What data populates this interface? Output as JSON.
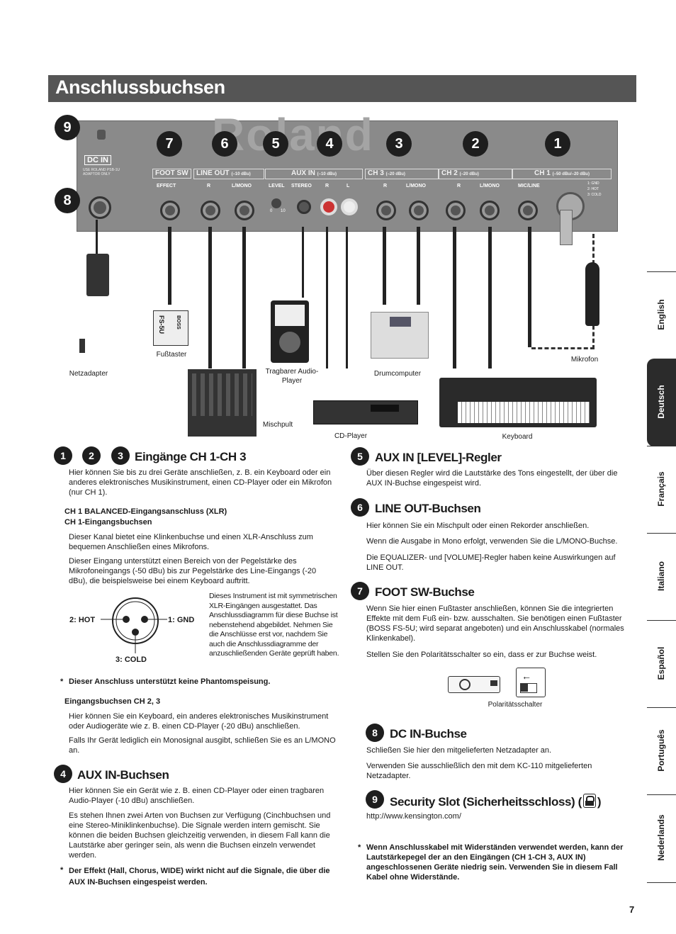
{
  "page": {
    "title": "Anschlussbuchsen",
    "page_number": "7"
  },
  "panel": {
    "brand": "Roland",
    "dc_in": "DC IN",
    "dc_in_note": "USE ROLAND PSB-1U ADAPTOR ONLY",
    "sections": [
      "FOOT SW",
      "LINE OUT",
      "AUX IN",
      "CH 3",
      "CH 2",
      "CH 1"
    ],
    "line_out_level": "(–10 dBu)",
    "aux_in_level": "(–10 dBu)",
    "ch3_level": "(–20 dBu)",
    "ch2_level": "(–20 dBu)",
    "ch1_level": "(–50 dBu/–20 dBu)",
    "jack_labels": [
      "EFFECT",
      "R",
      "L/MONO",
      "LEVEL",
      "STEREO",
      "R",
      "L",
      "R",
      "L/MONO",
      "R",
      "L/MONO",
      "MIC/LINE"
    ],
    "level_knob_scale_min": "0",
    "level_knob_scale_max": "10",
    "xlr_pins": [
      "1: GND",
      "2: HOT",
      "3: COLD"
    ]
  },
  "callouts": [
    "9",
    "8",
    "7",
    "6",
    "5",
    "4",
    "3",
    "2",
    "1"
  ],
  "device_captions": {
    "netzadapter": "Netzadapter",
    "fusstaster": "Fußtaster",
    "fs5u": "FS-5U",
    "boss": "BOSS",
    "tragbarer": "Tragbarer Audio-Player",
    "drumcomputer": "Drumcomputer",
    "mikrofon": "Mikrofon",
    "mischpult": "Mischpult",
    "cdplayer": "CD-Player",
    "keyboard": "Keyboard"
  },
  "left": {
    "s123": {
      "nums": [
        "1",
        "2",
        "3"
      ],
      "title": "Eingänge CH 1-CH 3",
      "intro": "Hier können Sie bis zu drei Geräte anschließen, z. B. ein Keyboard oder ein anderes elektronisches Musikinstrument, einen CD-Player oder ein Mikrofon (nur CH 1).",
      "sub1_line1": "CH 1 BALANCED-Eingangsanschluss (XLR)",
      "sub1_line2": "CH 1-Eingangsbuchsen",
      "p1": "Dieser Kanal bietet eine Klinkenbuchse und einen XLR-Anschluss zum bequemen Anschließen eines Mikrofons.",
      "p2": "Dieser Eingang unterstützt einen Bereich von der Pegelstärke des Mikrofoneingangs (-50 dBu) bis zur Pegelstärke des Line-Eingangs (-20 dBu), die beispielsweise bei einem Keyboard auftritt.",
      "xlr_hot": "2: HOT",
      "xlr_gnd": "1: GND",
      "xlr_cold": "3: COLD",
      "xlr_text": "Dieses Instrument ist mit symmetrischen XLR-Eingängen ausgestattet. Das Anschlussdiagramm für diese Buchse ist nebenstehend abgebildet. Nehmen Sie die Anschlüsse erst vor, nachdem Sie auch die Anschlussdiagramme der anzuschließenden Geräte geprüft haben.",
      "note_star": "*",
      "note": "Dieser Anschluss unterstützt keine Phantomspeisung.",
      "sub2": "Eingangsbuchsen CH 2, 3",
      "p3": "Hier können Sie ein Keyboard, ein anderes elektronisches Musikinstrument oder Audiogeräte wie z. B. einen CD-Player (-20 dBu) anschließen.",
      "p4": "Falls Ihr Gerät lediglich ein Monosignal ausgibt, schließen Sie es an L/MONO an."
    },
    "s4": {
      "num": "4",
      "title": "AUX IN-Buchsen",
      "p1": "Hier können Sie ein Gerät wie z. B. einen CD-Player oder einen tragbaren Audio-Player (-10 dBu) anschließen.",
      "p2": "Es stehen Ihnen zwei Arten von Buchsen zur Verfügung (Cinchbuchsen und eine Stereo-Miniklinkenbuchse). Die Signale werden intern gemischt. Sie können die beiden Buchsen gleichzeitig verwenden, in diesem Fall kann die Lautstärke aber geringer sein, als wenn die Buchsen einzeln verwendet werden.",
      "note_star": "*",
      "note": "Der Effekt (Hall, Chorus, WIDE) wirkt nicht auf die Signale, die über die AUX IN-Buchsen eingespeist werden."
    }
  },
  "right": {
    "s5": {
      "num": "5",
      "title": "AUX IN [LEVEL]-Regler",
      "p1": "Über diesen Regler wird die Lautstärke des Tons eingestellt, der über die AUX IN-Buchse eingespeist wird."
    },
    "s6": {
      "num": "6",
      "title": "LINE OUT-Buchsen",
      "p1": "Hier können Sie ein Mischpult oder einen Rekorder anschließen.",
      "p2": "Wenn die Ausgabe in Mono erfolgt, verwenden Sie die L/MONO-Buchse.",
      "p3": "Die EQUALIZER- und [VOLUME]-Regler haben keine Auswirkungen auf LINE OUT."
    },
    "s7": {
      "num": "7",
      "title": "FOOT SW-Buchse",
      "p1": "Wenn Sie hier einen Fußtaster anschließen, können Sie die integrierten Effekte mit dem Fuß ein- bzw. ausschalten. Sie benötigen einen Fußtaster (BOSS FS-5U; wird separat angeboten) und ein Anschlusskabel (normales Klinkenkabel).",
      "p2": "Stellen Sie den Polaritätsschalter so ein, dass er zur Buchse weist.",
      "caption": "Polaritätsschalter"
    },
    "s8": {
      "num": "8",
      "title": "DC IN-Buchse",
      "p1": "Schließen Sie hier den mitgelieferten Netzadapter an.",
      "p2": "Verwenden Sie ausschließlich den mit dem KC-110 mitgelieferten Netzadapter."
    },
    "s9": {
      "num": "9",
      "title": "Security Slot (Sicherheitsschloss) (",
      "title_end": ")",
      "url": "http://www.kensington.com/"
    },
    "note_star": "*",
    "note": "Wenn Anschlusskabel mit Widerständen verwendet werden, kann der Lautstärkepegel der an den Eingängen (CH 1-CH 3, AUX IN) angeschlossenen Geräte niedrig sein. Verwenden Sie in diesem Fall Kabel ohne Widerstände."
  },
  "tabs": [
    "English",
    "Deutsch",
    "Français",
    "Italiano",
    "Español",
    "Português",
    "Nederlands"
  ],
  "active_tab": "Deutsch"
}
